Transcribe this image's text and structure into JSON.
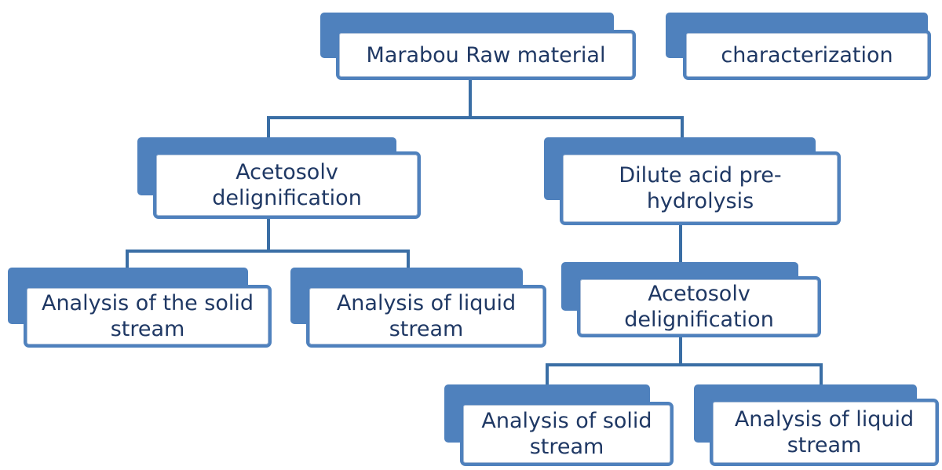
{
  "diagram": {
    "colors": {
      "accent": "#4f81bd",
      "connector": "#3a6ea5",
      "text": "#1f3864"
    },
    "nodes": {
      "root": "Marabou Raw material",
      "characterization": "characterization",
      "acetosolv_left": "Acetosolv delignification",
      "dilute_acid": "Dilute acid pre-hydrolysis",
      "left_solid": "Analysis of the solid stream",
      "left_liquid": "Analysis of liquid stream",
      "acetosolv_right": "Acetosolv delignification",
      "right_solid": "Analysis of solid stream",
      "right_liquid": "Analysis of liquid stream"
    }
  }
}
